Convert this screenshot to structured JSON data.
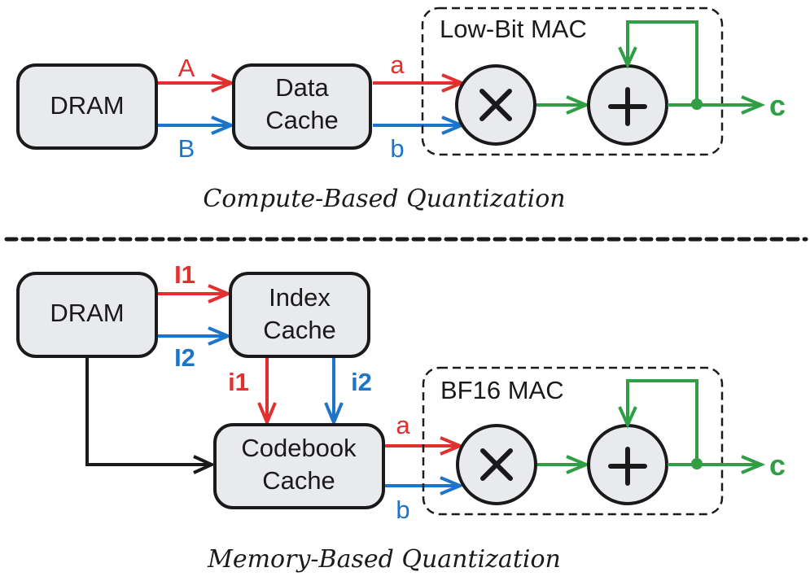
{
  "top": {
    "dram": "DRAM",
    "cache_line1": "Data",
    "cache_line2": "Cache",
    "arrow_A": "A",
    "arrow_B": "B",
    "arrow_a": "a",
    "arrow_b": "b",
    "mac_label": "Low-Bit MAC",
    "output": "c",
    "caption": "Compute-Based Quantization"
  },
  "bottom": {
    "dram": "DRAM",
    "index_line1": "Index",
    "index_line2": "Cache",
    "codebook_line1": "Codebook",
    "codebook_line2": "Cache",
    "arrow_I1": "I1",
    "arrow_I2": "I2",
    "arrow_i1": "i1",
    "arrow_i2": "i2",
    "arrow_a": "a",
    "arrow_b": "b",
    "mac_label": "BF16 MAC",
    "output": "c",
    "caption": "Memory-Based Quantization"
  },
  "colors": {
    "red": "#e0302f",
    "blue": "#1d74c9",
    "green": "#2f9e44",
    "box_fill": "#e8eaed"
  }
}
